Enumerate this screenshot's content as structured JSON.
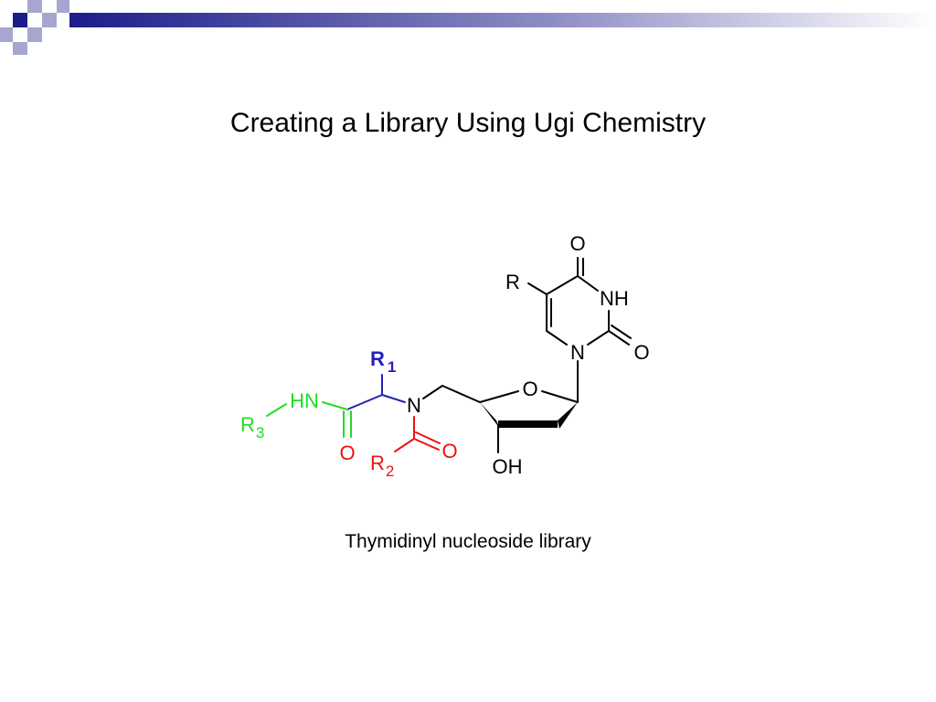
{
  "slide": {
    "title": "Creating a Library Using Ugi Chemistry",
    "caption": "Thymidinyl nucleoside library"
  },
  "structure": {
    "atoms": {
      "o_top": "O",
      "r": "R",
      "nh": "NH",
      "o_right": "O",
      "n_ring": "N",
      "o_sugar": "O",
      "oh": "OH",
      "n_amide": "N",
      "r1": "R",
      "r1_sub": "1",
      "hn": "HN",
      "r3": "R",
      "r3_sub": "3",
      "o_green": "O",
      "o_red": "O",
      "r2": "R",
      "r2_sub": "2"
    },
    "colors": {
      "black": "#000000",
      "blue": "#2222bb",
      "green": "#22dd22",
      "red": "#ee1111"
    }
  },
  "theme": {
    "deco_dark": "#1c1c8a",
    "deco_light": "#a6a6d0"
  }
}
